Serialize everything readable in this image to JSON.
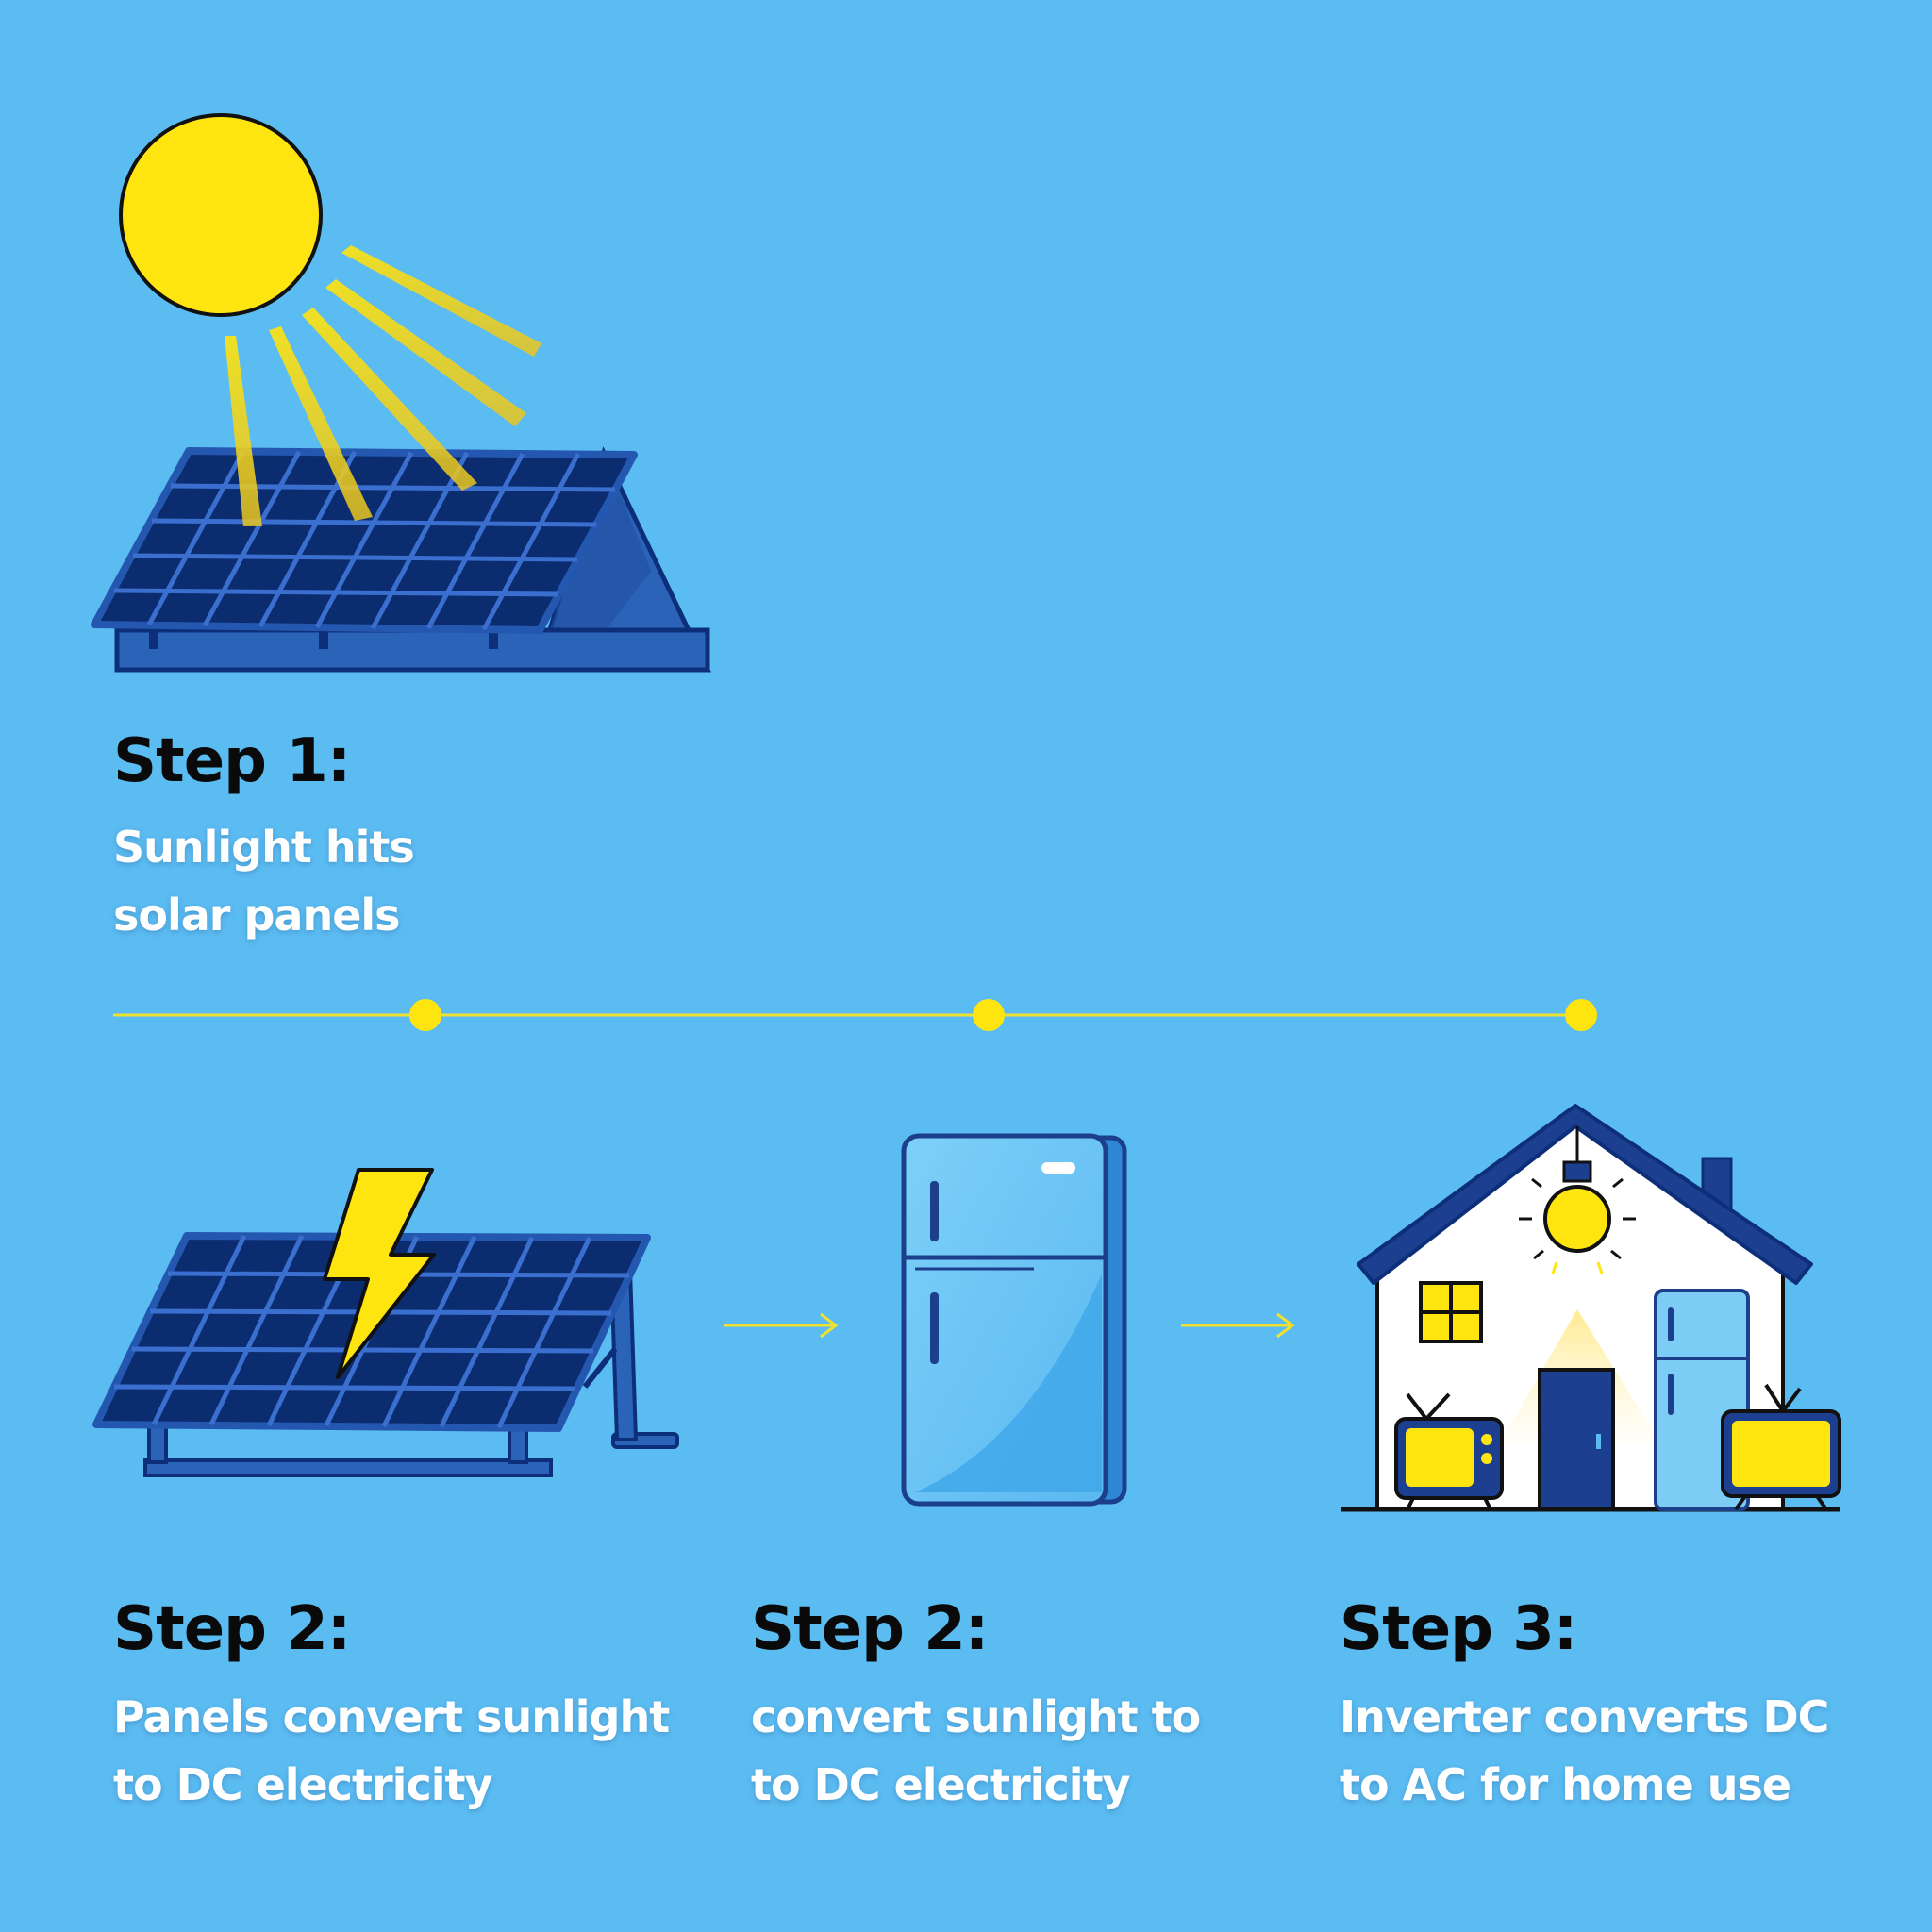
{
  "colors": {
    "background": "#5bbcf2",
    "sun": "#ffe510",
    "panel": "#0d2f7a",
    "accent_yellow": "#ffe510",
    "house_roof": "#1d3f8f",
    "fridge": "#6bc4f5"
  },
  "steps": [
    {
      "heading": "Step 1:",
      "line1": "Sunlight hits",
      "line2": "solar panels",
      "icon": "sun-and-rooftop-solar-panel-icon"
    },
    {
      "heading": "Step 2:",
      "line1": "Panels convert sunlight",
      "line2": "to DC electricity",
      "icon": "solar-panel-lightning-icon"
    },
    {
      "heading": "Step 2:",
      "line1": "convert sunlight to",
      "line2": "to DC electricity",
      "icon": "refrigerator-icon"
    },
    {
      "heading": "Step 3:",
      "line1": "Inverter converts DC",
      "line2": "to AC for home use",
      "icon": "house-appliances-icon"
    }
  ],
  "timeline": {
    "node_count": 3
  },
  "arrows": [
    "arrow-right-icon",
    "arrow-right-icon"
  ]
}
